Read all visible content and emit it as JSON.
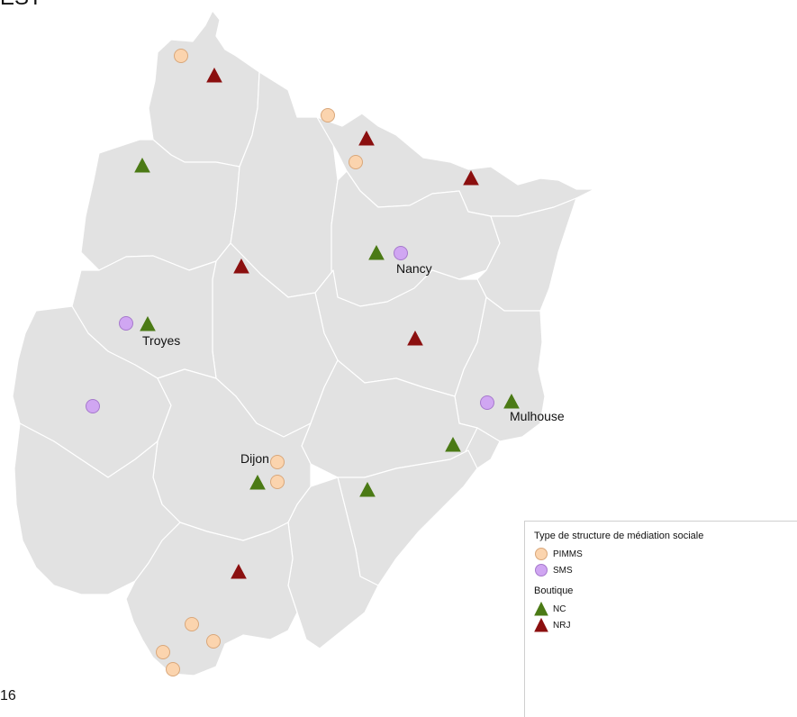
{
  "header": {
    "title": "EST"
  },
  "map": {
    "region_fill": "#e2e2e2",
    "region_stroke": "#ffffff",
    "cities": [
      {
        "name": "Nancy"
      },
      {
        "name": "Troyes"
      },
      {
        "name": "Mulhouse"
      },
      {
        "name": "Dijon"
      }
    ]
  },
  "legend": {
    "structure_title": "Type de structure de médiation sociale",
    "structure_items": [
      {
        "label": "PIMMS",
        "symbol": "circle",
        "color": "#fbd4ae",
        "stroke": "#d9a77a"
      },
      {
        "label": "SMS",
        "symbol": "circle",
        "color": "#d0a6f2",
        "stroke": "#a679cc"
      }
    ],
    "boutique_title": "Boutique",
    "boutique_items": [
      {
        "label": "NC",
        "symbol": "triangle",
        "color": "#4b7a15"
      },
      {
        "label": "NRJ",
        "symbol": "triangle",
        "color": "#8b0f0f"
      }
    ]
  },
  "footer": {
    "text": "16"
  }
}
